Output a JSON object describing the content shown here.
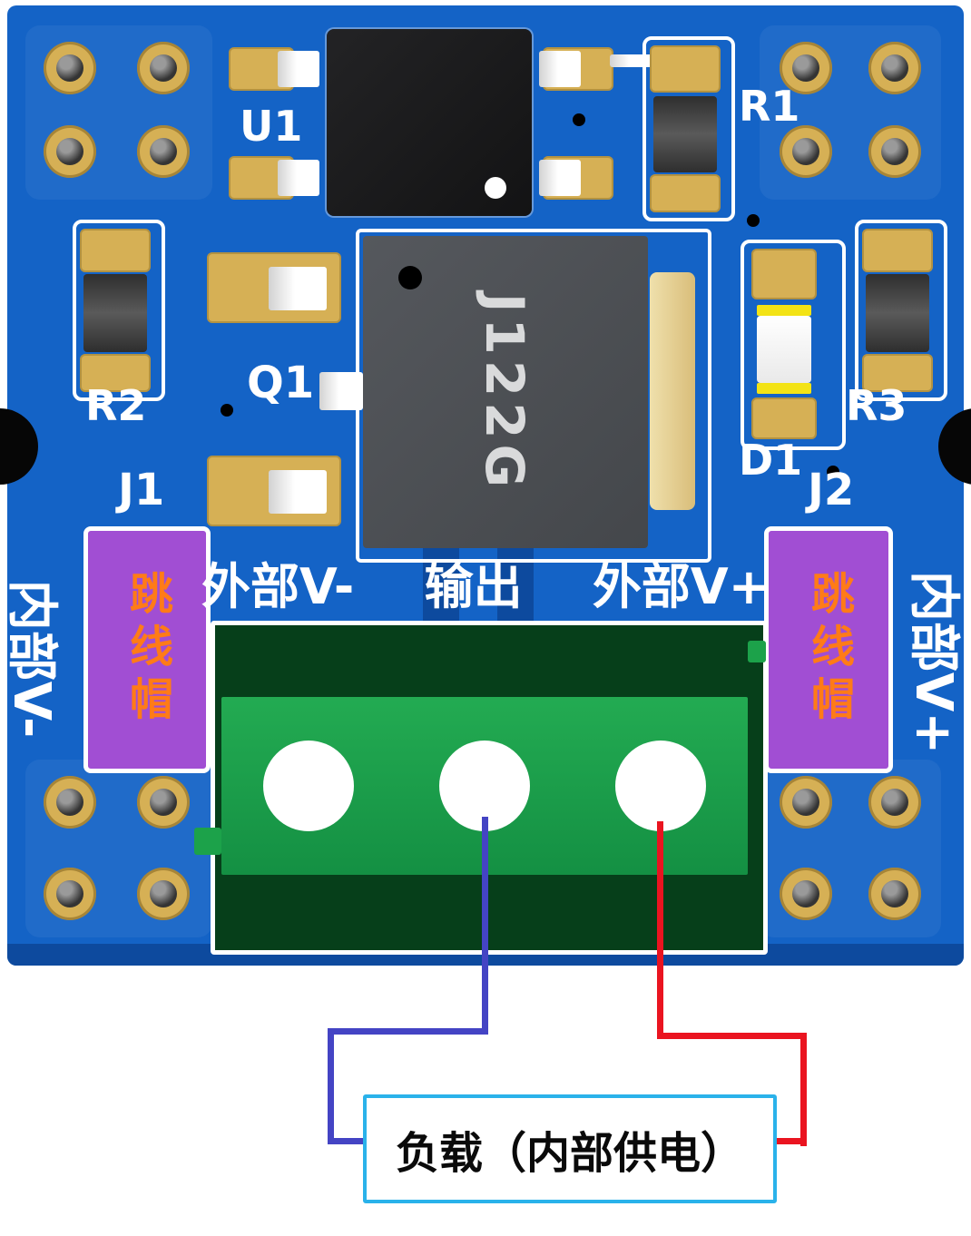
{
  "pcb": {
    "components": {
      "u1": {
        "label": "U1"
      },
      "r1": {
        "label": "R1"
      },
      "r2": {
        "label": "R2"
      },
      "r3": {
        "label": "R3"
      },
      "q1": {
        "label": "Q1",
        "chip_marking": "J122G"
      },
      "d1": {
        "label": "D1"
      },
      "j1": {
        "label": "J1",
        "cap_text": "跳线帽"
      },
      "j2": {
        "label": "J2",
        "cap_text": "跳线帽"
      }
    },
    "silkscreen": {
      "left_vertical": "内部V-",
      "right_vertical": "内部V+",
      "terminal_left": "外部V-",
      "terminal_center": "输出",
      "terminal_right": "外部V+"
    }
  },
  "annotation": {
    "load_box": "负载（内部供电）"
  },
  "colors": {
    "board_blue": "#1463c6",
    "board_dark": "#0d4a9e",
    "pad_gold": "#d6b055",
    "cap_purple": "#a14ed3",
    "cap_orange": "#ff7b17",
    "terminal_green": "#1ca24a",
    "terminal_dark": "#063f1a",
    "wire_blue": "#4444c4",
    "wire_red": "#ea1420",
    "load_border": "#2ab2ea"
  }
}
